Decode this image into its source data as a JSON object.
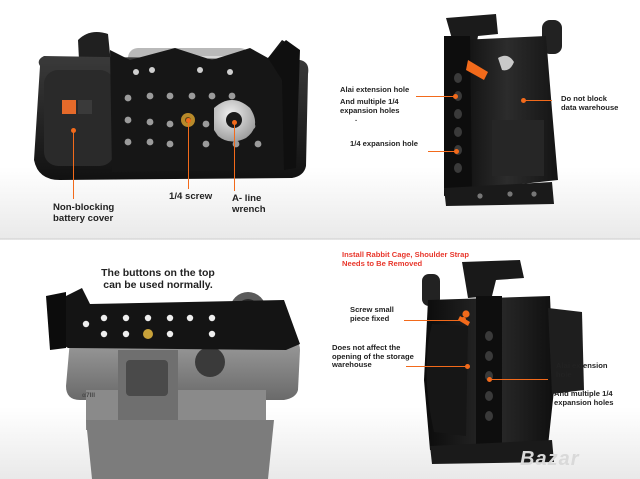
{
  "labels": {
    "top_left": {
      "battery": [
        "Non-blocking",
        "battery cover"
      ],
      "screw": "1/4 screw",
      "wrench": [
        "A- line",
        "wrench"
      ]
    },
    "top_right": {
      "alai": "Alai extension hole",
      "multiple": [
        "And multiple 1/4",
        "expansion holes"
      ],
      "dot": ".",
      "expansion": "1/4 expansion hole",
      "warehouse": [
        "Do not block",
        "data warehouse"
      ]
    },
    "bottom_left": {
      "buttons": [
        "The buttons on the top",
        "can be used normally."
      ],
      "a7": "α7III"
    },
    "bottom_right": {
      "install": [
        "Install Rabbit Cage, Shoulder Strap",
        "Needs to Be Removed"
      ],
      "screw_small": [
        "Screw small",
        "piece fixed"
      ],
      "storage": [
        "Does not affect the",
        "opening of the storage",
        "warehouse"
      ],
      "alai": [
        "Alai extension",
        "hole"
      ],
      "multiple": [
        "And multiple 1/4",
        "expansion holes"
      ]
    }
  },
  "watermark": "Bazar",
  "colors": {
    "accent_orange": "#f26a1b",
    "warning_red": "#e8372c",
    "label_text": "#222222",
    "cage_black": "#141414"
  }
}
